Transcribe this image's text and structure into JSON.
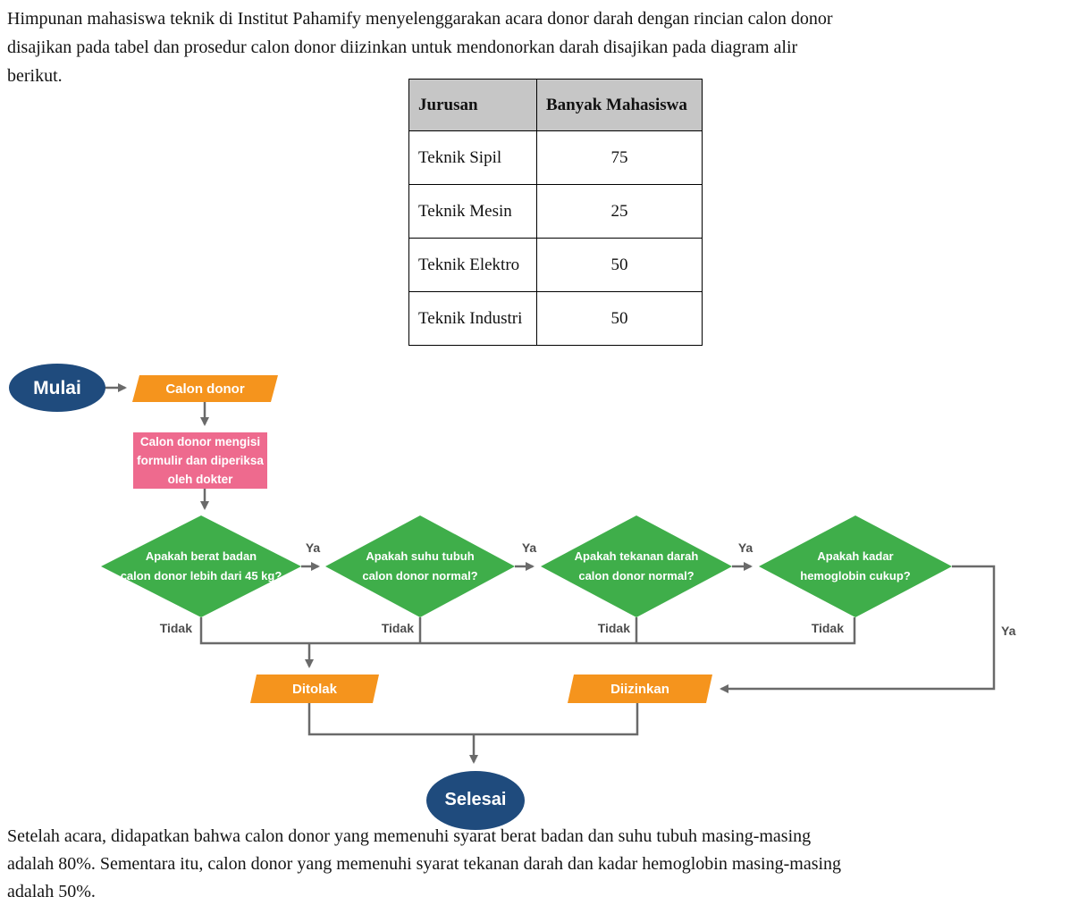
{
  "document": {
    "intro": "Himpunan mahasiswa teknik di Institut Pahamify menyelenggarakan acara donor darah dengan rincian calon donor\ndisajikan pada tabel dan prosedur calon donor diizinkan untuk mendonorkan darah disajikan pada diagram alir\nberikut.",
    "outro": "Setelah acara, didapatkan bahwa calon donor yang memenuhi syarat berat badan dan suhu tubuh masing-masing\nadalah 80%. Sementara itu, calon donor yang memenuhi syarat tekanan darah dan kadar hemoglobin masing-masing\nadalah 50%."
  },
  "table": {
    "headers": [
      "Jurusan",
      "Banyak Mahasiswa"
    ],
    "rows": [
      [
        "Teknik Sipil",
        "75"
      ],
      [
        "Teknik Mesin",
        "25"
      ],
      [
        "Teknik Elektro",
        "50"
      ],
      [
        "Teknik Industri",
        "50"
      ]
    ]
  },
  "flowchart": {
    "start_label": "Mulai",
    "input_label": "Calon donor",
    "process_label": "Calon donor mengisi\nformulir dan diperiksa\noleh dokter",
    "decision1": "Apakah berat badan\ncalon donor lebih dari 45 kg?",
    "decision2": "Apakah suhu tubuh\ncalon donor normal?",
    "decision3": "Apakah tekanan darah\ncalon donor normal?",
    "decision4": "Apakah kadar\nhemoglobin cukup?",
    "yes_label": "Ya",
    "no_label": "Tidak",
    "rejected_label": "Ditolak",
    "accepted_label": "Diizinkan",
    "end_label": "Selesai"
  },
  "colors": {
    "terminator_navy": "#1f4b7d",
    "io_orange": "#f5941d",
    "process_pink": "#ee6a8e",
    "decision_green": "#3fae4a",
    "connector_gray": "#6a6a6a",
    "table_header_bg": "#c6c6c6"
  }
}
